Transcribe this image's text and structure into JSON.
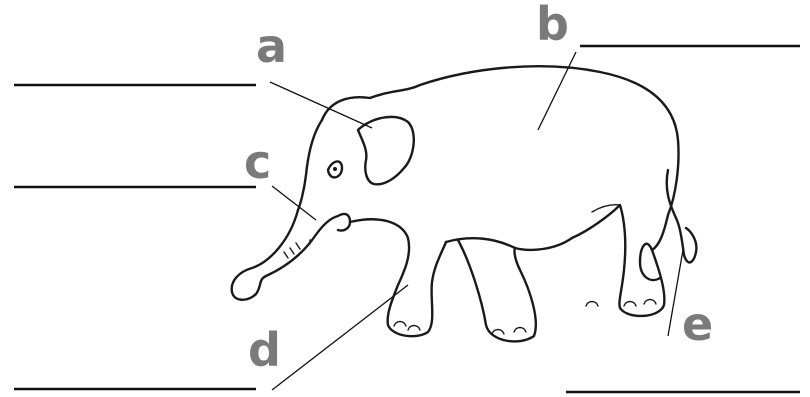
{
  "labels": {
    "a": "a",
    "b": "b",
    "c": "c",
    "d": "d",
    "e": "e"
  },
  "colors": {
    "letter": "#7a7a7a",
    "line": "#111111"
  }
}
